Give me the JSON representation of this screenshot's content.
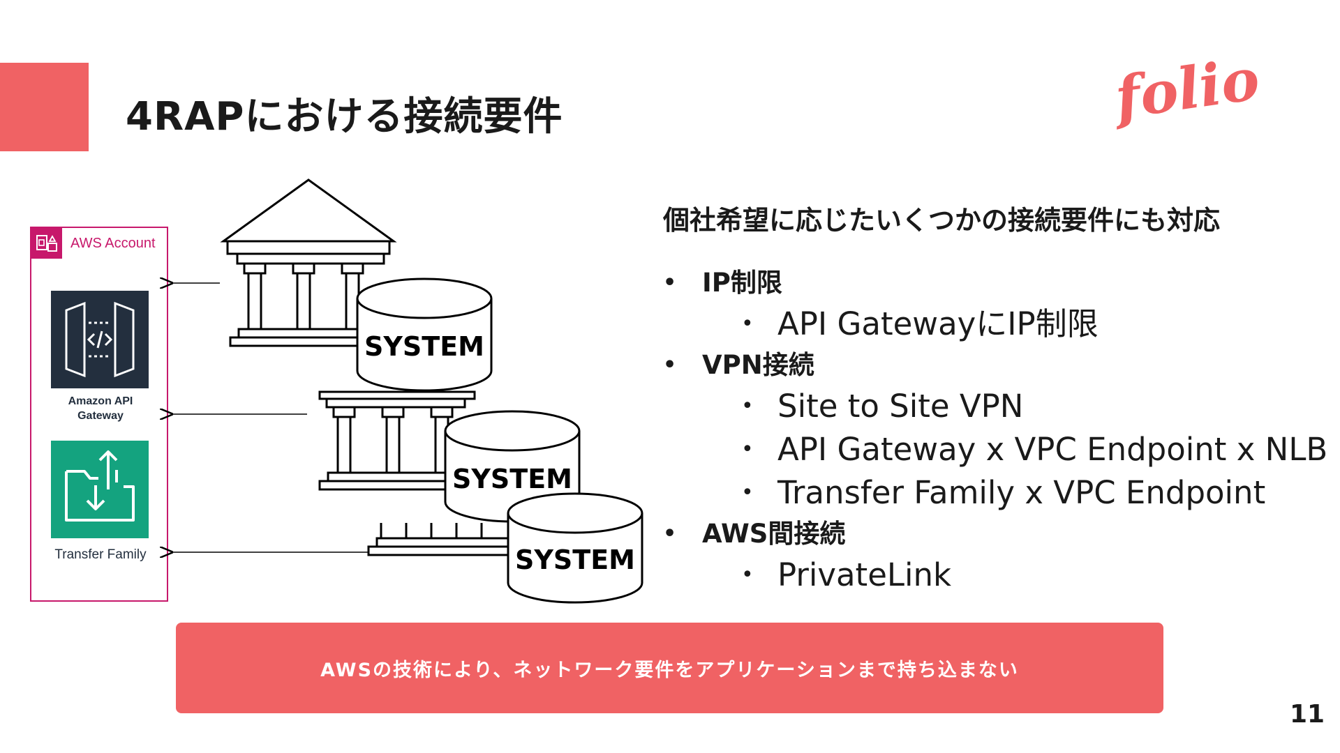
{
  "slide": {
    "title": "4RAPにおける接続要件",
    "logo_text": "folio",
    "page_number": "11",
    "accent_color": "#f06264"
  },
  "aws_account": {
    "label": "AWS Account",
    "icon": "aws-account-group-icon",
    "border_color": "#c7186b",
    "services": [
      {
        "label_line1": "Amazon API",
        "label_line2": "Gateway",
        "icon": "api-gateway-icon",
        "color": "#232f3e"
      },
      {
        "label": "Transfer Family",
        "icon": "transfer-family-icon",
        "color": "#14a37f"
      }
    ]
  },
  "diagram": {
    "systems": [
      "SYSTEM",
      "SYSTEM",
      "SYSTEM"
    ],
    "icons": [
      "bank-building-icon",
      "database-cylinder-icon",
      "arrow-left-icon"
    ]
  },
  "content": {
    "lead": "個社希望に応じたいくつかの接続要件にも対応",
    "items": [
      {
        "label": "IP制限",
        "sub": [
          "API GatewayにIP制限"
        ]
      },
      {
        "label": "VPN接続",
        "sub": [
          "Site to Site VPN",
          "API Gateway x VPC Endpoint x NLB",
          "Transfer Family x VPC Endpoint"
        ]
      },
      {
        "label": "AWS間接続",
        "sub": [
          "PrivateLink"
        ]
      }
    ]
  },
  "banner": {
    "text": "AWSの技術により、ネットワーク要件をアプリケーションまで持ち込まない"
  }
}
